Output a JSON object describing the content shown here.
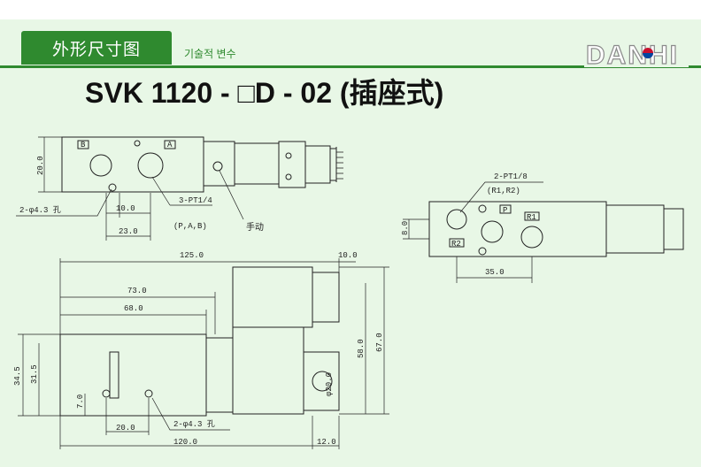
{
  "header": {
    "tab_label": "外形尺寸图",
    "sub_label": "기술적 변수",
    "logo_text": "DANHI",
    "brand_color": "#2f8a2f"
  },
  "title": "SVK 1120 - □D - 02  (插座式)",
  "top_view": {
    "port_b": "B",
    "port_a": "A",
    "dim_height": "20.0",
    "dim_10": "10.0",
    "dim_23": "23.0",
    "hole_label": "2-φ4.3 孔",
    "port_label": "3-PT1/4",
    "port_sub": "(P,A,B)",
    "manual_label": "手动"
  },
  "side_view": {
    "port_label": "2-PT1/8",
    "port_sub": "(R1,R2)",
    "port_p": "P",
    "port_r1": "R1",
    "port_r2": "R2",
    "dim_8": "8.0",
    "dim_35": "35.0"
  },
  "front_view": {
    "dim_125": "125.0",
    "dim_10": "10.0",
    "dim_73": "73.0",
    "dim_68": "68.0",
    "dim_58": "58.0",
    "dim_67": "67.0",
    "dim_345": "34.5",
    "dim_315": "31.5",
    "dim_7": "7.0",
    "dim_20": "20.0",
    "dim_phi20": "φ20.0",
    "hole_label": "2-φ4.3 孔",
    "dim_120": "120.0",
    "dim_12": "12.0"
  }
}
